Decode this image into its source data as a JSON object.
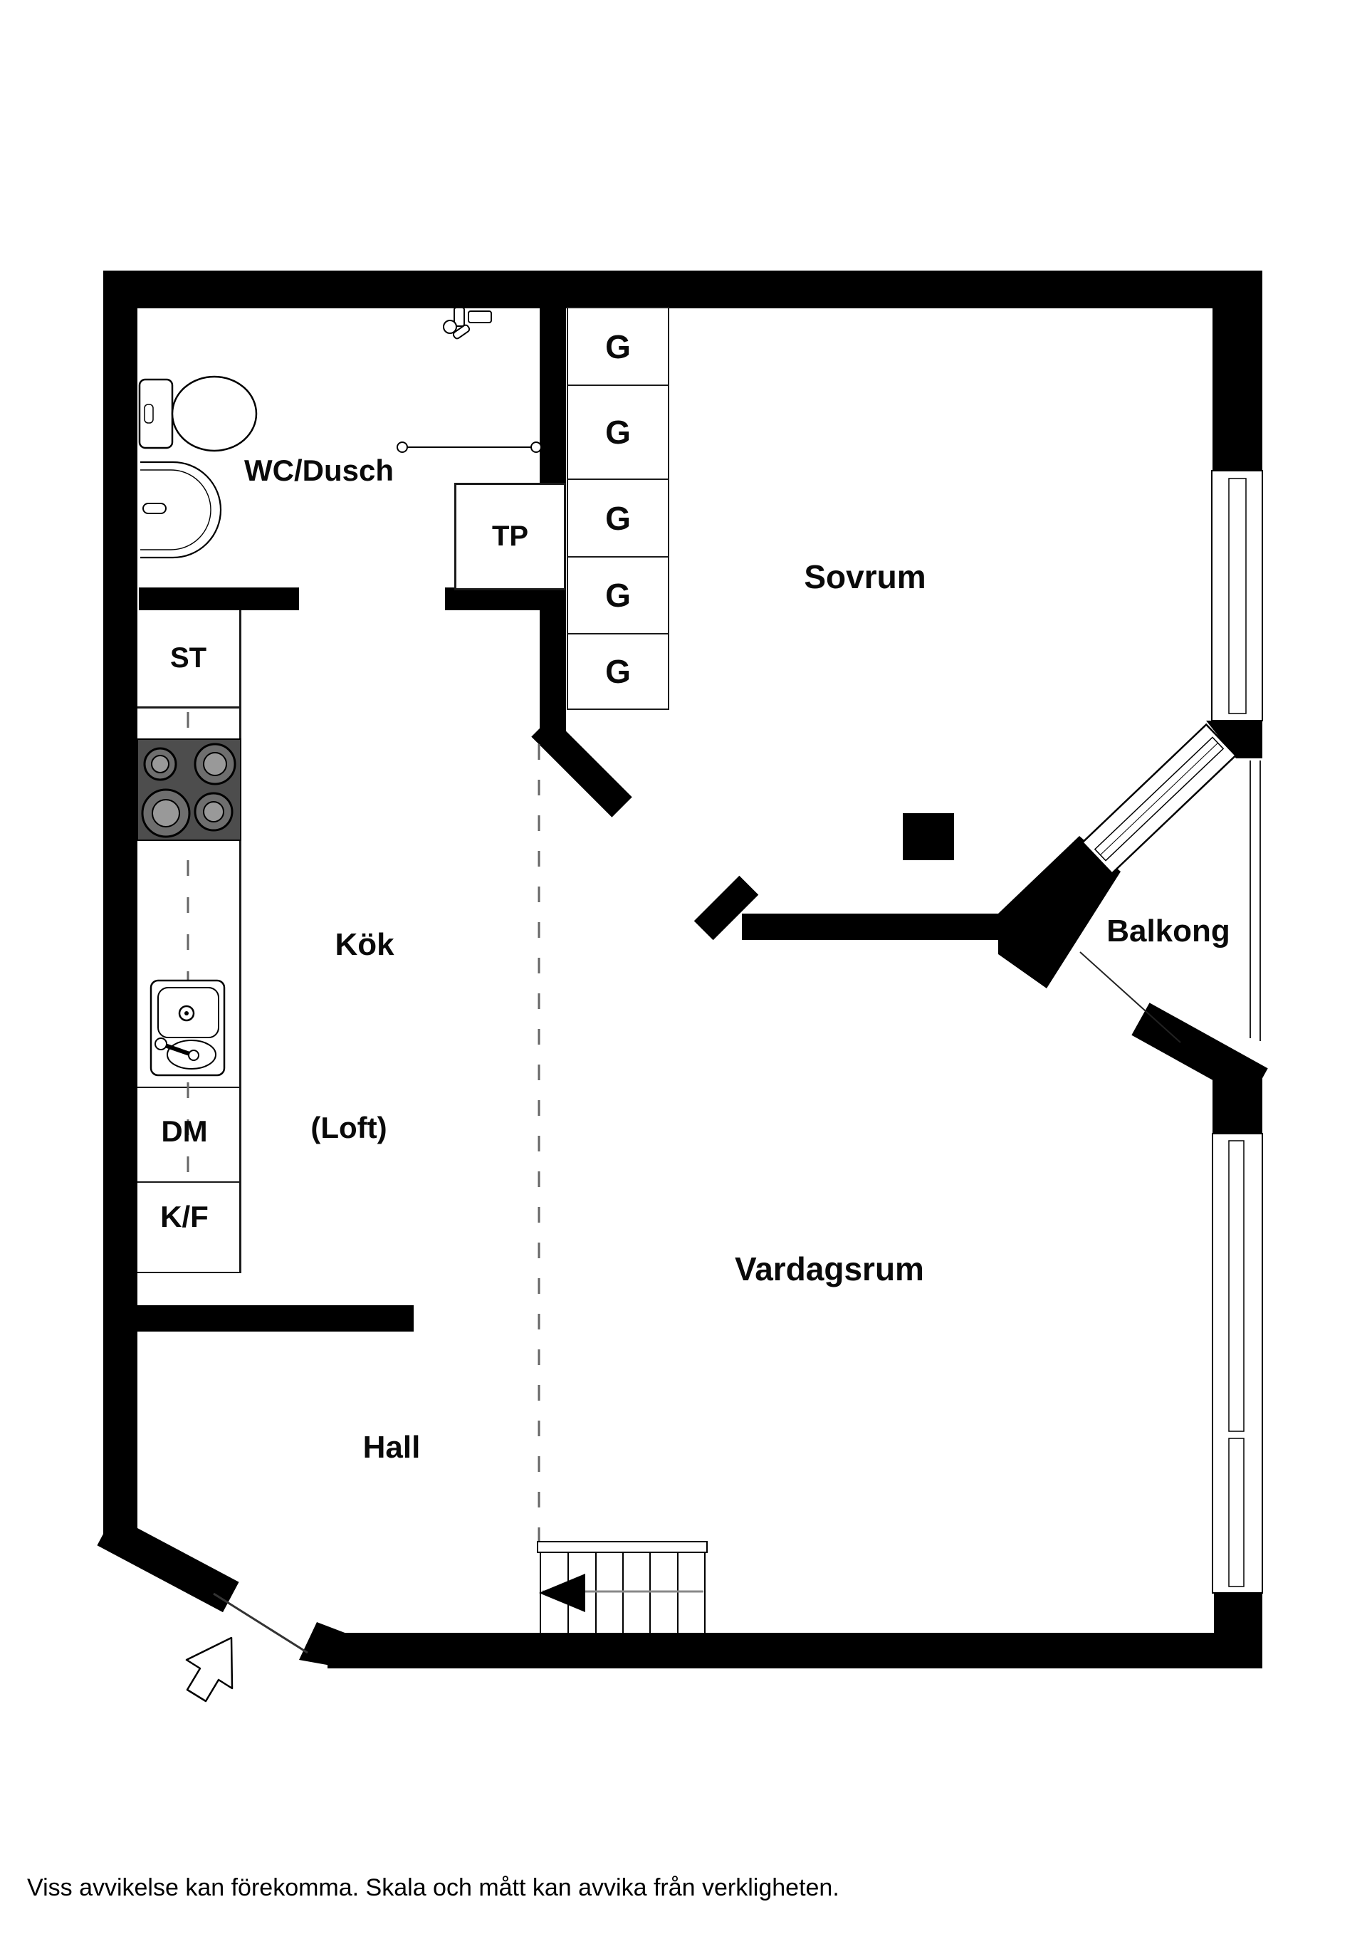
{
  "plan": {
    "title": "Apartment floor plan (Swedish)",
    "rooms": {
      "wc_dusch": "WC/Dusch",
      "sovrum": "Sovrum",
      "kok": "Kök",
      "loft": "(Loft)",
      "balkong": "Balkong",
      "vardagsrum": "Vardagsrum",
      "hall": "Hall"
    },
    "fixtures": {
      "tp": "TP",
      "st": "ST",
      "dm": "DM",
      "kf": "K/F",
      "wardrobes": [
        {
          "label": "G"
        },
        {
          "label": "G"
        },
        {
          "label": "G"
        },
        {
          "label": "G"
        },
        {
          "label": "G"
        }
      ]
    },
    "disclaimer": "Viss avvikelse kan förekomma. Skala och mått kan avvika från verkligheten.",
    "colors": {
      "wall": "#000000",
      "hob_fill": "#4d4d4d",
      "burner_outer": "#6e6e6e",
      "burner_inner": "#999999",
      "loft_dash": "#666666",
      "stair_direction_line": "#888888",
      "background": "#ffffff"
    }
  }
}
